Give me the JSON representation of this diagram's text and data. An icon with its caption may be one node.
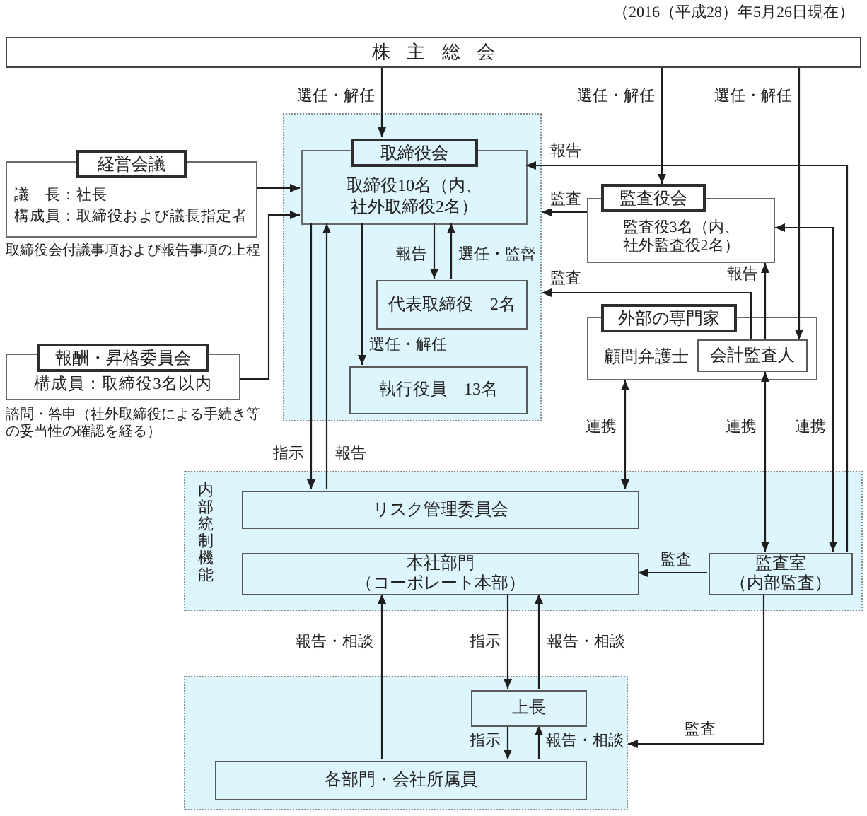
{
  "diagram": {
    "nodes": [
      {
        "text": [
          "株主総会"
        ]
      },
      {
        "text": [
          "経営会議",
          "議　長：社長",
          "構成員：取締役および議長指定者"
        ],
        "beside": [
          "取締役会付議事項および報告事項の上程"
        ]
      },
      {
        "text": [
          "報酬・昇格委員会",
          "構成員：取締役3名以内"
        ],
        "beside": [
          "諮問・答申（社外取締役による手続き等の妥当性の確認を経る）"
        ]
      },
      {
        "text": [],
        "shape": "box"
      },
      {
        "text": [
          "取締役会",
          "取締役10名（内、社外取締役2名）"
        ],
        "in": 3
      },
      {
        "text": [
          "代表取締役　2名"
        ],
        "in": 3
      },
      {
        "text": [
          "執行役員　13名"
        ],
        "in": 3
      },
      {
        "text": [
          "監査役会",
          "監査役3名（内、社外監査役2名）"
        ]
      },
      {
        "text": [
          "外部の専門家",
          "顧問弁護士"
        ]
      },
      {
        "text": [
          "会計監査人"
        ],
        "in": 8
      },
      {
        "text": [
          "内部統制機能"
        ]
      },
      {
        "text": [
          "リスク管理委員会"
        ],
        "in": 10
      },
      {
        "text": [
          "本社部門（コーポレート本部）"
        ],
        "in": 10
      },
      {
        "text": [
          "監査室（内部監査）"
        ],
        "in": 10
      },
      {
        "text": [],
        "shape": "box"
      },
      {
        "text": [
          "上長"
        ],
        "in": 14
      },
      {
        "text": [
          "各部門・会社所属員"
        ],
        "in": 14
      }
    ],
    "edges": [
      {
        "from": 0,
        "to": 4,
        "arrow": "to",
        "label": "選任・解任"
      },
      {
        "from": 0,
        "to": 7,
        "arrow": "to",
        "label": "選任・解任"
      },
      {
        "from": 0,
        "to": 9,
        "arrow": "to",
        "label": "選任・解任"
      },
      {
        "from": 1,
        "to": 4,
        "arrow": "to"
      },
      {
        "from": 2,
        "to": 4,
        "arrow": "to"
      },
      {
        "from": 4,
        "to": 5,
        "arrow": "to",
        "label": "報告"
      },
      {
        "from": 5,
        "to": 4,
        "arrow": "to",
        "label": "選任・監督"
      },
      {
        "from": 4,
        "to": 6,
        "arrow": "to",
        "label": "選任・解任"
      },
      {
        "from": 13,
        "to": 4,
        "arrow": "to",
        "label": "報告"
      },
      {
        "from": 7,
        "to": 3,
        "arrow": "to",
        "label": "監査"
      },
      {
        "from": 9,
        "to": 3,
        "arrow": "to",
        "label": "監査"
      },
      {
        "from": 9,
        "to": 7,
        "arrow": "to",
        "label": "報告"
      },
      {
        "from": 13,
        "to": 7,
        "arrow": "both",
        "label": "連携"
      },
      {
        "from": 8,
        "to": 11,
        "arrow": "both",
        "label": "連携"
      },
      {
        "from": 9,
        "to": 13,
        "arrow": "both",
        "label": "連携"
      },
      {
        "from": 4,
        "to": 11,
        "arrow": "to",
        "label": "指示"
      },
      {
        "from": 11,
        "to": 4,
        "arrow": "to",
        "label": "報告"
      },
      {
        "from": 13,
        "to": 12,
        "arrow": "to",
        "label": "監査"
      },
      {
        "from": 12,
        "to": 15,
        "arrow": "to",
        "label": "指示"
      },
      {
        "from": 15,
        "to": 12,
        "arrow": "to",
        "label": "報告・相談"
      },
      {
        "from": 16,
        "to": 12,
        "arrow": "to",
        "label": "報告・相談"
      },
      {
        "from": 15,
        "to": 16,
        "arrow": "to",
        "label": "指示"
      },
      {
        "from": 16,
        "to": 15,
        "arrow": "to",
        "label": "報告・相談"
      },
      {
        "from": 13,
        "to": 14,
        "arrow": "to",
        "label": "監査"
      }
    ],
    "labels": [
      "（2016（平成28）年5月26日現在）"
    ]
  }
}
